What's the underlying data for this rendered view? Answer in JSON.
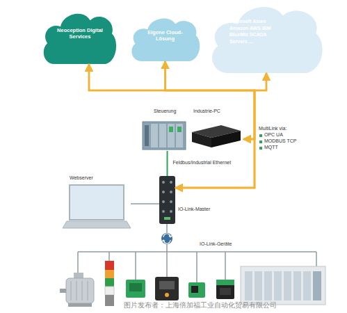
{
  "diagram": {
    "nodes": [
      {
        "text": [
          "Neoception Digital Services"
        ]
      },
      {
        "text": [
          "Eigene Cloud-Lösung"
        ]
      },
      {
        "text": [
          "Microsoft Azure Amazon AWS IBM BlueMix SCADA Servers ..."
        ]
      },
      {
        "text": [
          "Steuerung"
        ]
      },
      {
        "text": [
          "Industrie-PC"
        ]
      },
      {
        "text": [
          "Webserver"
        ]
      },
      {
        "text": [
          "IO-Link-Master"
        ]
      }
    ],
    "edges": [
      {
        "from": 6,
        "to": 0,
        "arrow": "both"
      },
      {
        "from": 6,
        "to": 1,
        "arrow": "both"
      },
      {
        "from": 6,
        "to": 2,
        "arrow": "both"
      },
      {
        "from": 4,
        "to": 0,
        "arrow": "both"
      },
      {
        "from": 4,
        "to": 1,
        "arrow": "both"
      },
      {
        "from": 4,
        "to": 2,
        "arrow": "both"
      },
      {
        "from": 3,
        "to": 6,
        "arrow": "none",
        "label": "Feldbus/Industrial Ethernet"
      },
      {
        "from": 5,
        "to": 6,
        "arrow": "none"
      }
    ],
    "labels": [
      "MultiLink via:",
      "OPC UA",
      "MODBUS TCP",
      "MQTT",
      "IO-Link-Geräte",
      "图片发布者：上海倍加福工业自动化贸易有限公司"
    ]
  }
}
